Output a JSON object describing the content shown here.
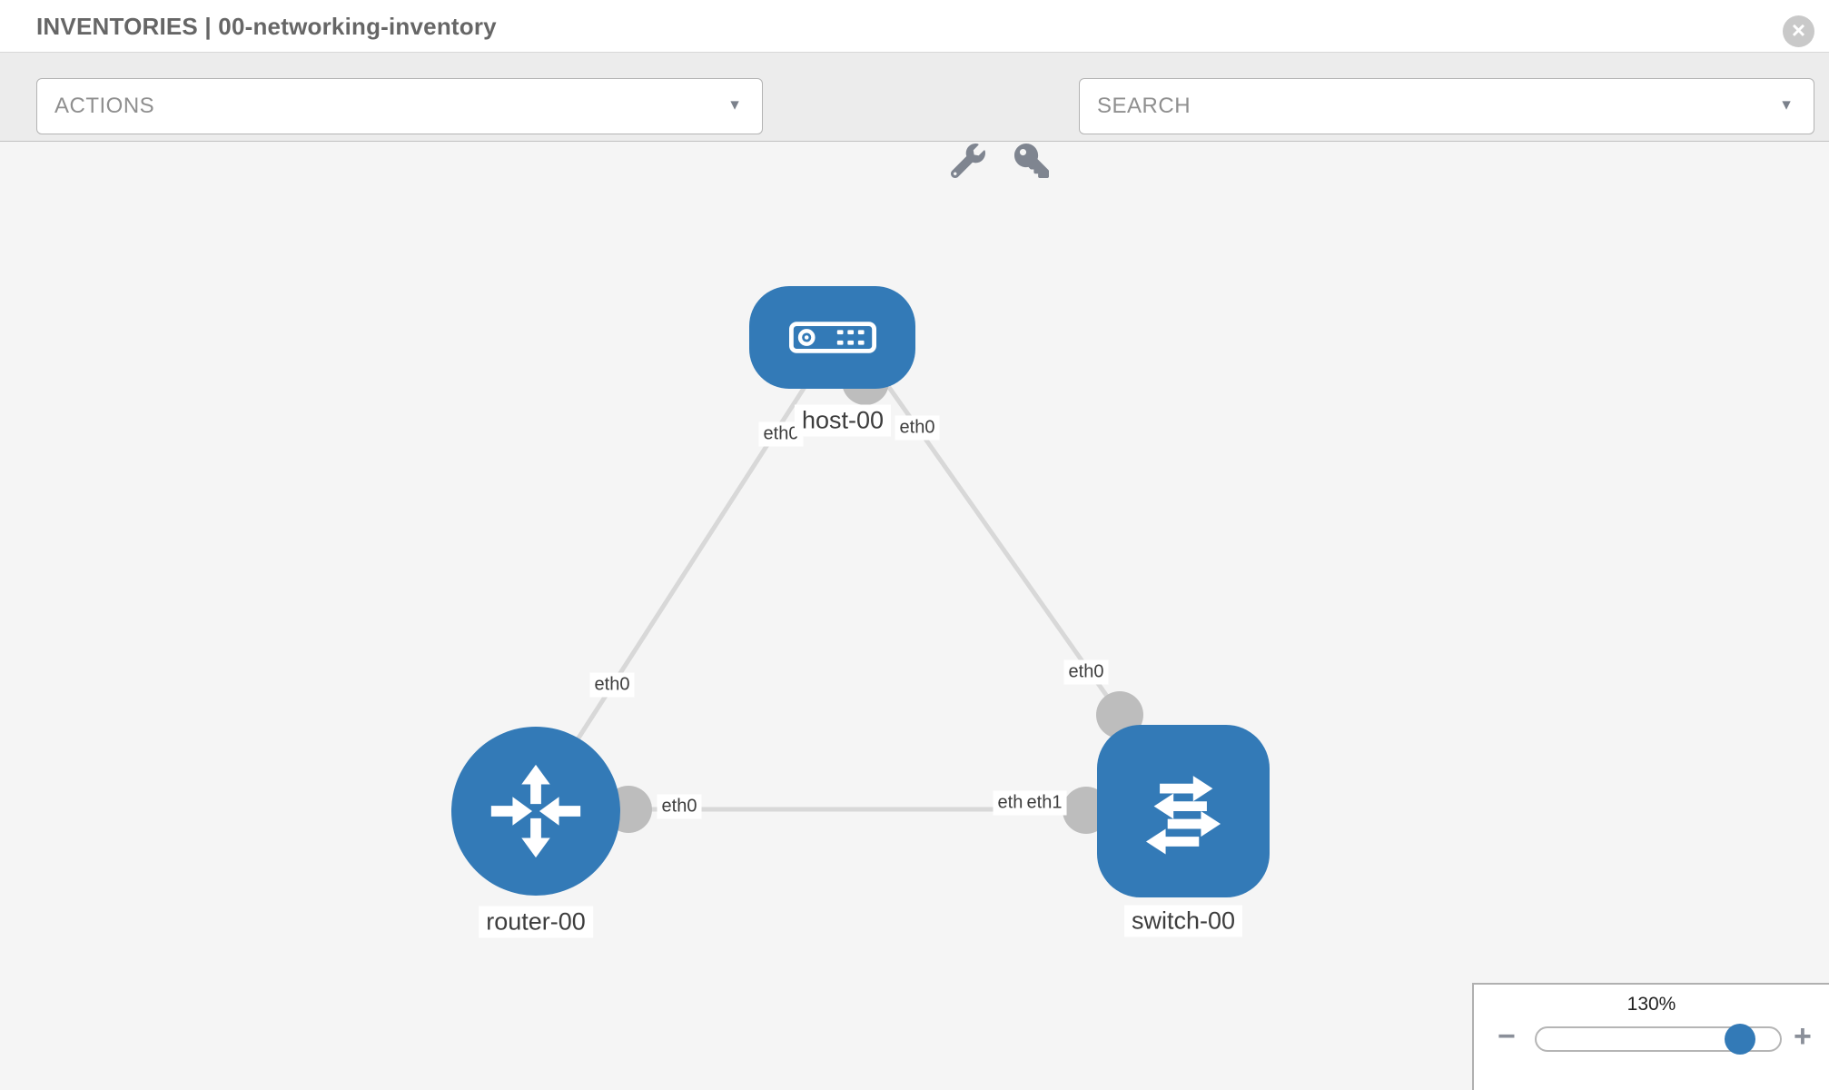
{
  "header": {
    "title": "INVENTORIES | 00-networking-inventory",
    "close_label": "×"
  },
  "toolbar": {
    "actions_label": "ACTIONS",
    "search_label": "SEARCH",
    "caret": "▼"
  },
  "topology": {
    "nodes": [
      {
        "name": "host-00",
        "type": "host"
      },
      {
        "name": "router-00",
        "type": "router"
      },
      {
        "name": "switch-00",
        "type": "switch"
      }
    ],
    "links": [
      {
        "from": "host-00",
        "to": "router-00"
      },
      {
        "from": "host-00",
        "to": "switch-00"
      },
      {
        "from": "router-00",
        "to": "switch-00"
      }
    ],
    "interface_labels": {
      "host_side_left": "eth0",
      "host_side_right": "eth0",
      "host_router_link": "eth0",
      "router_side_right": "eth0",
      "switch_link_under": "eth1",
      "switch_link_over": "eth1",
      "switch_top": "eth0"
    }
  },
  "zoom_control": {
    "level": "130%",
    "zoom_out": "−",
    "zoom_in": "+"
  },
  "colors": {
    "node_blue": "#337ab7",
    "link_gray": "#d8d8d8",
    "port_gray": "#bdbdbd",
    "canvas_bg": "#f5f5f5"
  }
}
